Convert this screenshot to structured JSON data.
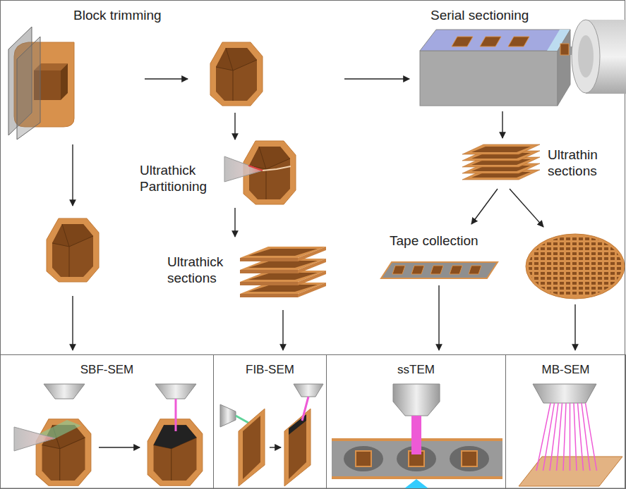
{
  "diagram": {
    "nodes": [
      {
        "text": [
          "SBF-SEM"
        ]
      },
      {
        "text": [
          "FIB-SEM"
        ]
      },
      {
        "text": [
          "ssTEM"
        ]
      },
      {
        "text": [
          "MB-SEM"
        ]
      }
    ],
    "labels": [
      "Block trimming",
      "Serial sectioning",
      "Ultrathick Partitioning",
      "Ultrathin sections",
      "Tape collection",
      "Ultrathick sections"
    ]
  }
}
